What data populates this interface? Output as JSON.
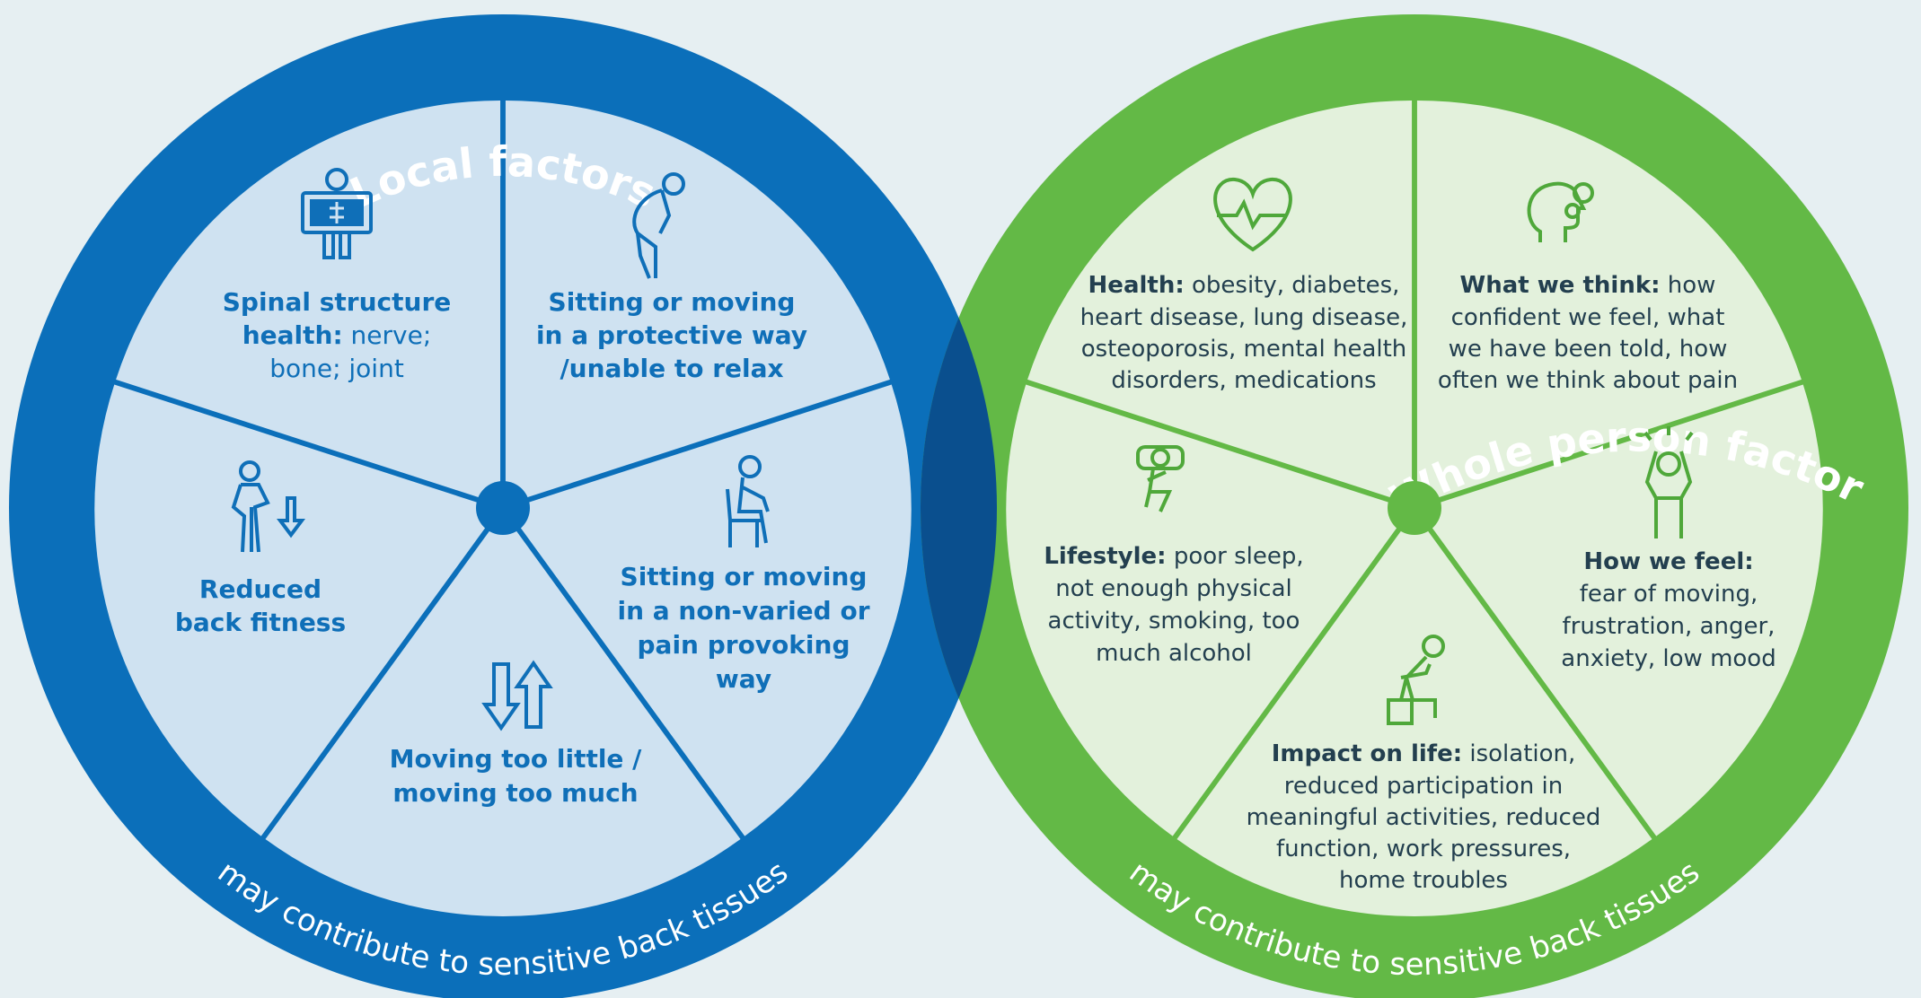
{
  "colors": {
    "background": "#e6eff2",
    "local_ring": "#0b6fba",
    "local_segment": "#cfe2f1",
    "local_text": "#0f6fb8",
    "whole_ring": "#63b946",
    "whole_segment": "#e3f1dc",
    "whole_text": "#233f4f",
    "overlap": "#0a4f8e"
  },
  "local": {
    "title": "Local factors",
    "footer": "may contribute to sensitive back tissues",
    "segments": [
      {
        "icon": "xray-person-icon",
        "lines": [
          {
            "b": "Spinal structure",
            "r": ""
          },
          {
            "b": "health:",
            "r": " nerve;"
          },
          {
            "b": "",
            "r": "bone; joint"
          }
        ]
      },
      {
        "icon": "hunched-person-icon",
        "lines": [
          {
            "b": "Sitting or moving",
            "r": ""
          },
          {
            "b": "in a protective way",
            "r": ""
          },
          {
            "b": "/unable to relax",
            "r": ""
          }
        ]
      },
      {
        "icon": "seated-person-icon",
        "lines": [
          {
            "b": "Sitting or moving",
            "r": ""
          },
          {
            "b": "in a non-varied or",
            "r": ""
          },
          {
            "b": "pain provoking",
            "r": ""
          },
          {
            "b": "way",
            "r": ""
          }
        ]
      },
      {
        "icon": "up-down-arrows-icon",
        "lines": [
          {
            "b": "Moving too little /",
            "r": ""
          },
          {
            "b": "moving too much",
            "r": ""
          }
        ]
      },
      {
        "icon": "person-down-arrow-icon",
        "lines": [
          {
            "b": "Reduced",
            "r": ""
          },
          {
            "b": "back fitness",
            "r": ""
          }
        ]
      }
    ]
  },
  "whole": {
    "title": "Whole person factors",
    "footer": "may contribute to sensitive back tissues",
    "segments": [
      {
        "icon": "heart-pulse-icon",
        "lines": [
          {
            "b": "Health:",
            "r": " obesity, diabetes,"
          },
          {
            "b": "",
            "r": "heart disease, lung disease,"
          },
          {
            "b": "",
            "r": "osteoporosis, mental health"
          },
          {
            "b": "",
            "r": "disorders, medications"
          }
        ]
      },
      {
        "icon": "head-gears-icon",
        "lines": [
          {
            "b": "What we think:",
            "r": " how"
          },
          {
            "b": "",
            "r": "confident we feel, what"
          },
          {
            "b": "",
            "r": "we have been told, how"
          },
          {
            "b": "",
            "r": "often we think about pain"
          }
        ]
      },
      {
        "icon": "stressed-person-icon",
        "lines": [
          {
            "b": "How we feel:",
            "r": ""
          },
          {
            "b": "",
            "r": "fear of moving,"
          },
          {
            "b": "",
            "r": "frustration, anger,"
          },
          {
            "b": "",
            "r": "anxiety, low mood"
          }
        ]
      },
      {
        "icon": "sitting-thinking-person-icon",
        "lines": [
          {
            "b": "Impact on life:",
            "r": " isolation,"
          },
          {
            "b": "",
            "r": "reduced participation in"
          },
          {
            "b": "",
            "r": "meaningful activities, reduced"
          },
          {
            "b": "",
            "r": "function, work pressures,"
          },
          {
            "b": "",
            "r": "home troubles"
          }
        ]
      },
      {
        "icon": "sleeping-person-icon",
        "lines": [
          {
            "b": "Lifestyle:",
            "r": " poor sleep,"
          },
          {
            "b": "",
            "r": "not enough physical"
          },
          {
            "b": "",
            "r": "activity, smoking, too"
          },
          {
            "b": "",
            "r": "much alcohol"
          }
        ]
      }
    ]
  }
}
